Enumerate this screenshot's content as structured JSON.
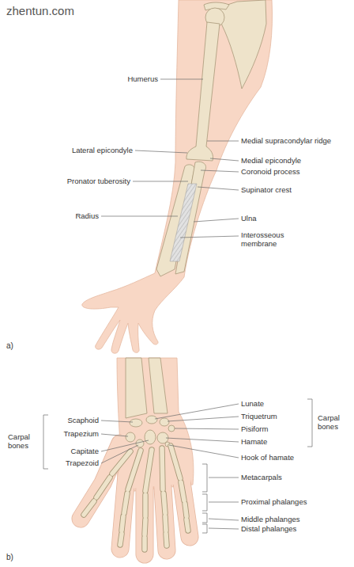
{
  "diagram": {
    "labels": [
      "zhentun.com",
      "Humerus",
      "Medial supracondylar ridge",
      "Lateral epicondyle",
      "Medial epicondyle",
      "Coronoid process",
      "Pronator tuberosity",
      "Supinator crest",
      "Radius",
      "Ulna",
      "Interosseous membrane",
      "a)",
      "Lunate",
      "Triquetrum",
      "Carpal bones",
      "Scaphoid",
      "Pisiform",
      "Trapezium",
      "Capitate",
      "Hamate",
      "Trapezoid",
      "Carpal bones",
      "Hook of hamate",
      "Metacarpals",
      "Proximal phalanges",
      "Middle phalanges",
      "Distal phalanges",
      "b)"
    ]
  }
}
